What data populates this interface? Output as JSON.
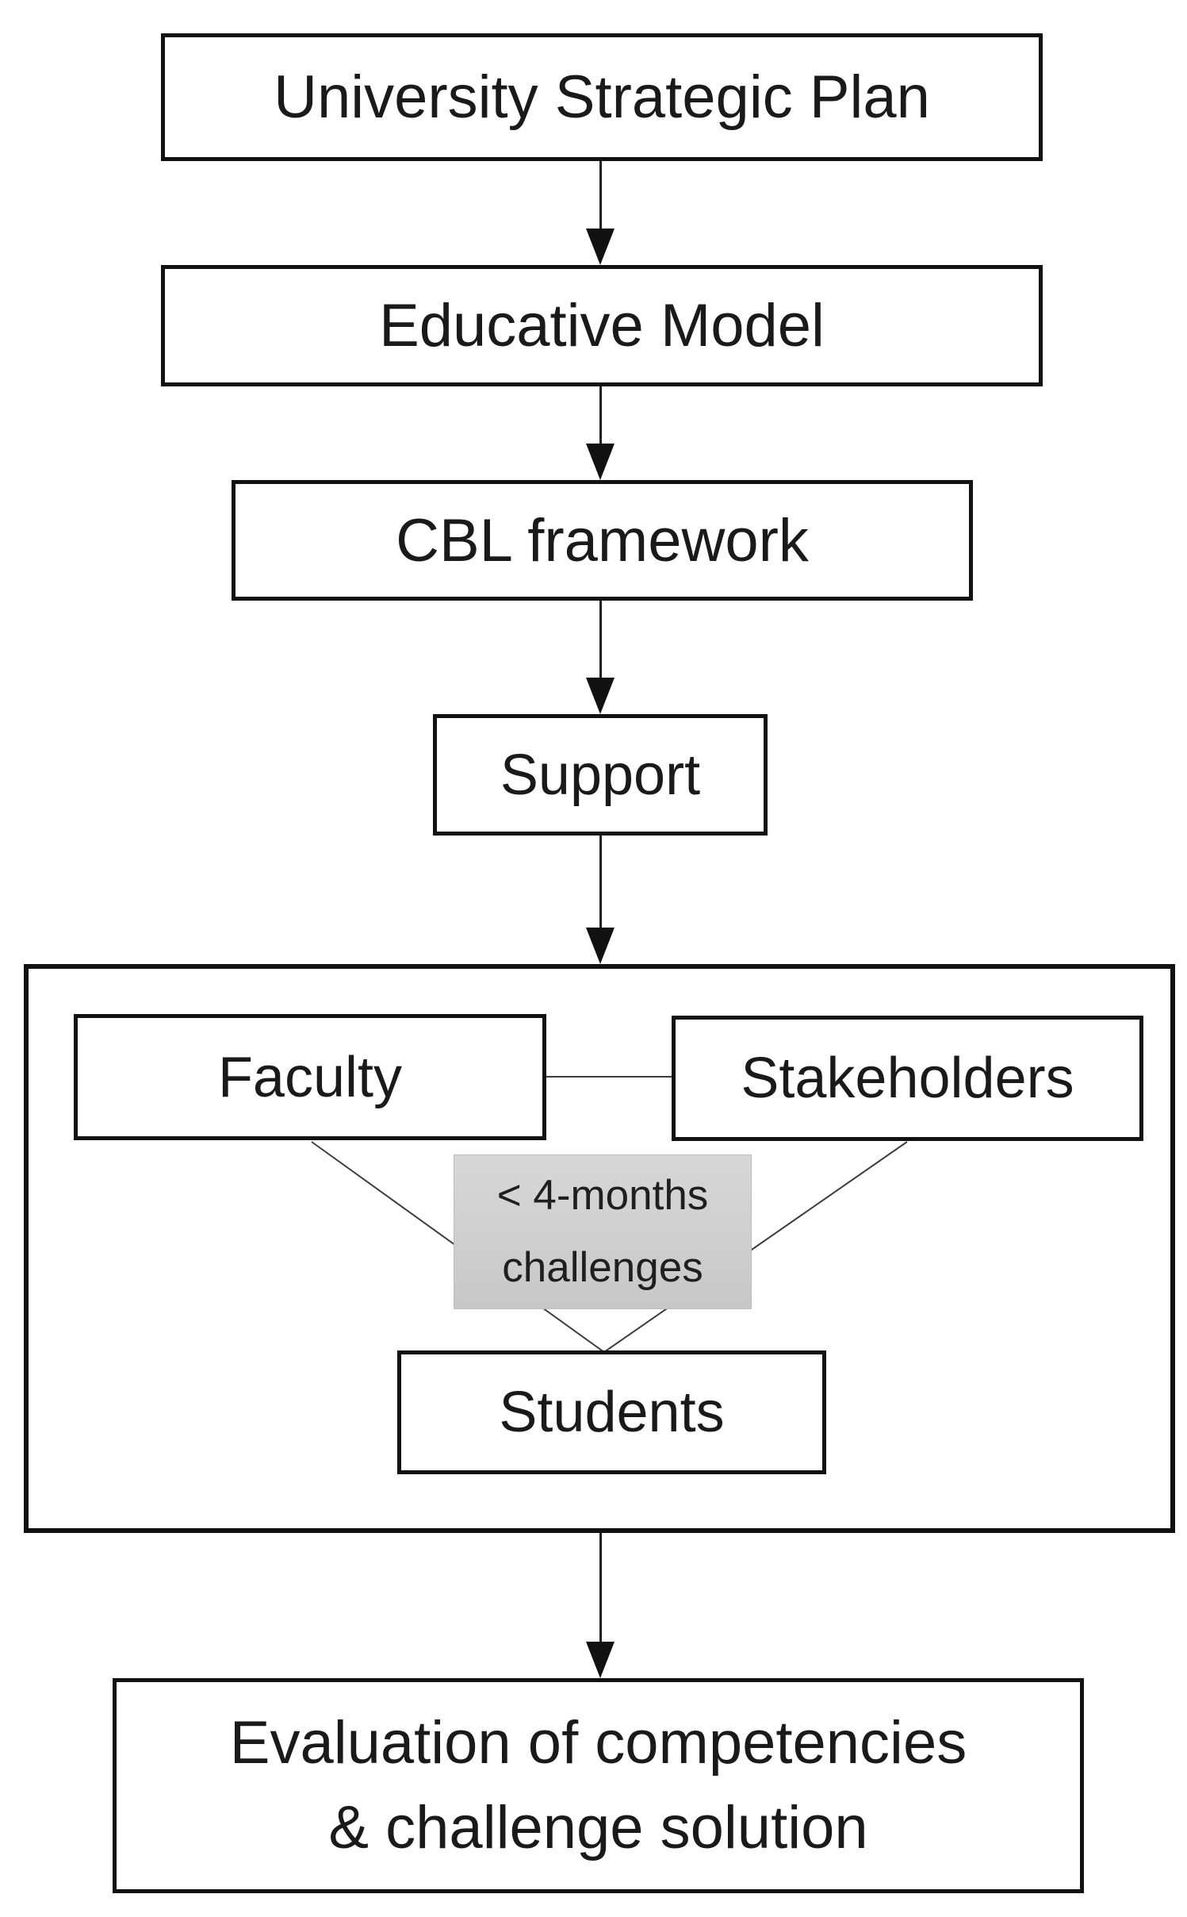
{
  "figure": {
    "type": "flowchart",
    "background": "#ffffff",
    "colors": {
      "box_border": "#121212",
      "text": "#1a1a1a",
      "line": "#3d3d3d",
      "arrow": "#111111",
      "challenge_box_bg": "#d0d0d0"
    },
    "nodes": {
      "strategic_plan": {
        "label": "University Strategic Plan"
      },
      "educative_model": {
        "label": "Educative Model"
      },
      "cbl_framework": {
        "label": "CBL framework"
      },
      "support": {
        "label": "Support"
      },
      "faculty": {
        "label": "Faculty"
      },
      "stakeholders": {
        "label": "Stakeholders"
      },
      "challenges": {
        "line1": "< 4-months",
        "line2": "challenges"
      },
      "students": {
        "label": "Students"
      },
      "evaluation": {
        "line1": "Evaluation of competencies",
        "line2": "& challenge solution"
      }
    },
    "edges": [
      "University Strategic Plan -> Educative Model",
      "Educative Model -> CBL framework",
      "CBL framework -> Support",
      "Support -> group (Faculty / Stakeholders / Students)",
      "Faculty - Stakeholders",
      "Faculty -> Students",
      "Stakeholders -> Students",
      "group -> Evaluation of competencies & challenge solution"
    ]
  }
}
